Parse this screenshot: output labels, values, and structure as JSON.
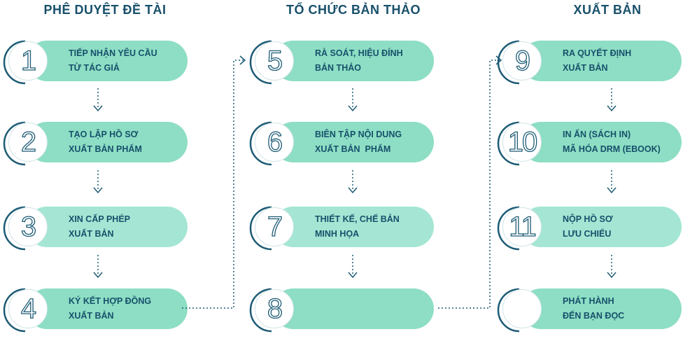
{
  "columns": [
    {
      "title": "PHÊ DUYỆT ĐỀ TÀI",
      "steps": [
        {
          "number": "1",
          "line1": "TIẾP NHẬN YÊU CẦU",
          "line2": "TỪ TÁC GIẢ"
        },
        {
          "number": "2",
          "line1": "TẠO LẬP HỒ SƠ",
          "line2": "XUẤT BẢN PHẨM"
        },
        {
          "number": "3",
          "line1": "XIN CẤP PHÉP",
          "line2": "XUẤT BẢN"
        },
        {
          "number": "4",
          "line1": "KÝ KẾT HỢP ĐỒNG",
          "line2": "XUẤT BẢN"
        }
      ]
    },
    {
      "title": "TỔ CHỨC BẢN THẢO",
      "steps": [
        {
          "number": "5",
          "line1": "RÀ SOÁT, HIỆU ĐÍNH",
          "line2": "BẢN THẢO"
        },
        {
          "number": "6",
          "line1": "BIÊN TẬP NỘI DUNG",
          "line2": "XUẤT BẢN  PHẨM"
        },
        {
          "number": "7",
          "line1": "THIẾT KẾ, CHẾ BẢN",
          "line2": "MINH HỌA"
        },
        {
          "number": "8",
          "line1": "",
          "line2": ""
        }
      ]
    },
    {
      "title": "XUẤT BẢN",
      "steps": [
        {
          "number": "9",
          "line1": "RA QUYẾT ĐỊNH",
          "line2": "XUẤT BẢN"
        },
        {
          "number": "10",
          "line1": "IN ẤN (SÁCH IN)",
          "line2": "MÃ HÓA DRM (EBOOK)"
        },
        {
          "number": "11",
          "line1": "NỘP HỒ SƠ",
          "line2": "LƯU CHIỂU"
        },
        {
          "number": "",
          "line1": "PHÁT HÀNH",
          "line2": "ĐẾN BẠN ĐỌC"
        }
      ]
    }
  ],
  "colors": {
    "pill_primary": "#8ddec4",
    "pill_light": "#a4e6d3",
    "text": "#17506b",
    "arc": "#1d5b75",
    "connector": "#1d5b75"
  }
}
